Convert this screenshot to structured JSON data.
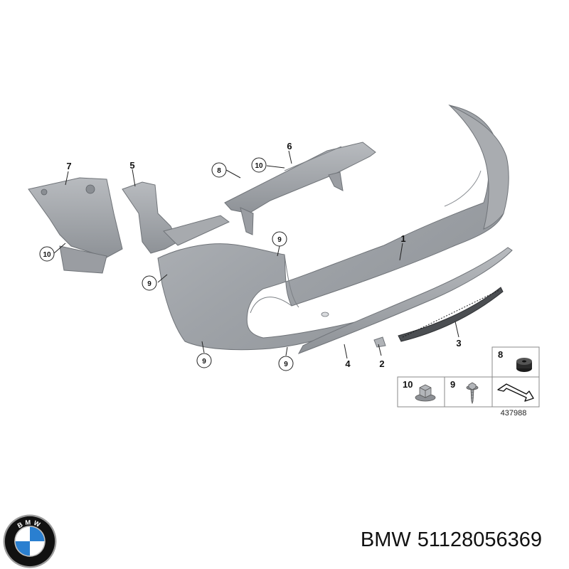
{
  "diagram": {
    "callouts": [
      {
        "id": "c1",
        "label": "1"
      },
      {
        "id": "c2",
        "label": "2"
      },
      {
        "id": "c3",
        "label": "3"
      },
      {
        "id": "c4",
        "label": "4"
      },
      {
        "id": "c5",
        "label": "5"
      },
      {
        "id": "c6",
        "label": "6"
      },
      {
        "id": "c7",
        "label": "7"
      }
    ],
    "circled_callouts": [
      {
        "id": "r10a",
        "label": "10"
      },
      {
        "id": "r8",
        "label": "8"
      },
      {
        "id": "r10b",
        "label": "10"
      },
      {
        "id": "r9a",
        "label": "9"
      },
      {
        "id": "r9b",
        "label": "9"
      },
      {
        "id": "r9c",
        "label": "9"
      },
      {
        "id": "r9d",
        "label": "9"
      }
    ],
    "hardware_boxes": [
      {
        "id": "b8",
        "label": "8",
        "icon": "rubber-buffer-icon"
      },
      {
        "id": "b10",
        "label": "10",
        "icon": "hex-nut-icon"
      },
      {
        "id": "b9",
        "label": "9",
        "icon": "screw-icon"
      },
      {
        "id": "ba",
        "label": "",
        "icon": "direction-arrow-icon"
      }
    ],
    "diagram_id": "437988"
  },
  "caption": {
    "brand": "BMW",
    "part_number": "51128056369"
  },
  "logo": {
    "letters": "BMW",
    "colors": {
      "ring": "#111111",
      "blue": "#2a7fd0",
      "white": "#ffffff",
      "chrome": "#9a9a9a"
    }
  }
}
